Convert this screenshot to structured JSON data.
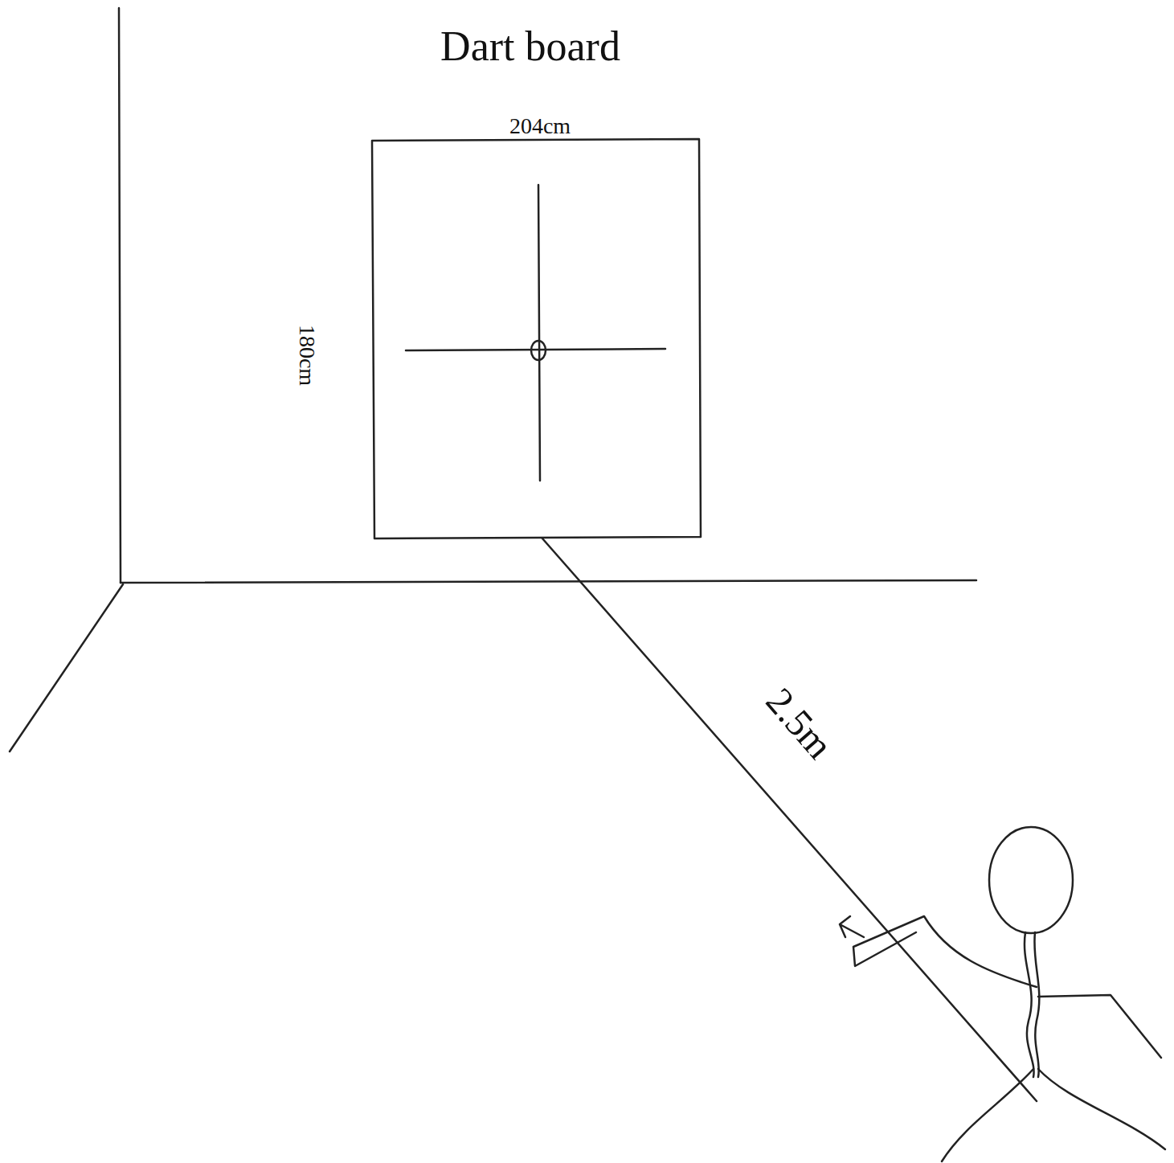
{
  "diagram": {
    "title": "Dart board",
    "labels": [
      "204cm",
      "180cm",
      "2.5m"
    ]
  }
}
